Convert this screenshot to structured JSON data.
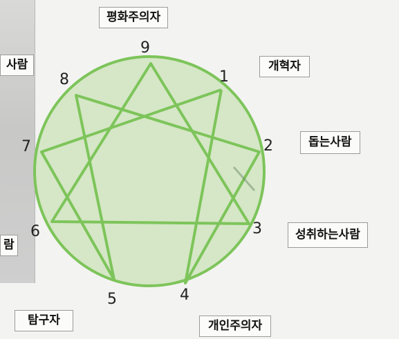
{
  "diagram": {
    "labels": {
      "peacemaker": "평화주의자",
      "reformer": "개혁자",
      "helper": "돕는사람",
      "achiever": "성취하는사람",
      "individualist": "개인주의자",
      "investigator": "탐구자",
      "left_top_partial": "사람",
      "left_bottom_partial": "람"
    },
    "numbers": [
      "1",
      "2",
      "3",
      "4",
      "5",
      "6",
      "7",
      "8",
      "9"
    ],
    "colors": {
      "circle_fill": "#d5e7c6",
      "line": "#7dc45a",
      "background": "#f3f3f1"
    }
  }
}
